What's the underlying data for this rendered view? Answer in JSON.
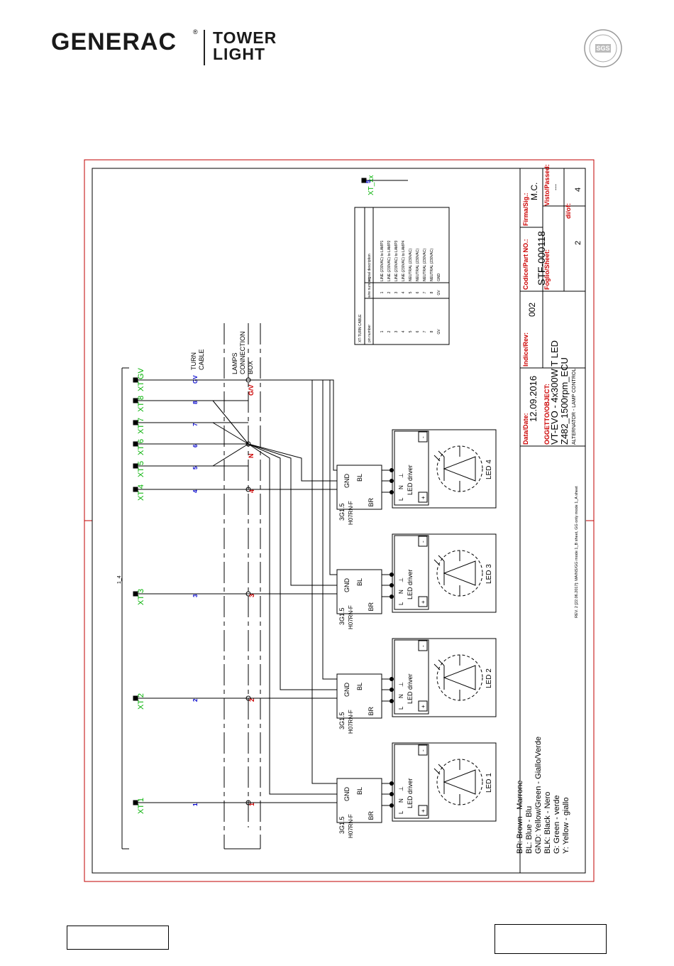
{
  "header": {
    "brand": "GENERAC",
    "brand_mark": "®",
    "product_line1": "TOWER",
    "product_line2": "LIGHT",
    "seal_text": "SGS"
  },
  "title_block": {
    "sign_label": "Firma/Sig.:",
    "sign_value": "M.C.",
    "passed_label": "Visto/Passed:",
    "passed_value": "---",
    "code_label": "Codice/Part NO.:",
    "code_value": "STF-000118",
    "sheet_label": "Foglio/Sheet:",
    "sheet_value": "2",
    "of_label": "di/of:",
    "of_value": "4",
    "rev_label": "Indice/Rev:",
    "rev_value": "002",
    "date_label": "Data/Date:",
    "date_value": "12.09.2016",
    "object_label": "OGGETTO/OBJECT:",
    "object_line1": "VT-EVO - 4x300W T LED",
    "object_line2": "Z482_1500rpm_ECU",
    "object_line3": "ALTERNATOR - LAMP CONTROL",
    "revision_note": "REV. 2 [22.06.2017]: MAINS/GG mode 1_B sheet, GG only mode 1_A sheet"
  },
  "legend": [
    "BR: Brown - Marrone",
    "BL: Blue - Blu",
    "GND: Yellow/Green - Giallo/Verde",
    "BLK: Black - Nero",
    "G: Green - verde",
    "Y: Yellow - giallo"
  ],
  "labels": {
    "turn_cable": [
      "TURN",
      "CABLE"
    ],
    "lamps_box": [
      "LAMPS",
      "CONNECTION",
      "BOX"
    ],
    "bundle": "1_4",
    "xt_xx": "XT_xx",
    "xt_xx_pin": "5",
    "neutral": "N",
    "gv": "G/V"
  },
  "terminals": [
    {
      "label": "XT_GV",
      "wire": "GV"
    },
    {
      "label": "XT_8",
      "wire": "8"
    },
    {
      "label": "XT_7",
      "wire": "7"
    },
    {
      "label": "XT_6",
      "wire": "6"
    },
    {
      "label": "XT_5",
      "wire": "5"
    },
    {
      "label": "XT_4",
      "wire": "4"
    },
    {
      "label": "XT_3",
      "wire": "3"
    },
    {
      "label": "XT_2",
      "wire": "2"
    },
    {
      "label": "XT_1",
      "wire": "1"
    }
  ],
  "box_numbers": [
    "4",
    "3",
    "2",
    "1"
  ],
  "lamps": [
    {
      "name": "LED 4"
    },
    {
      "name": "LED 3"
    },
    {
      "name": "LED 2"
    },
    {
      "name": "LED 1"
    }
  ],
  "lamp_parts": {
    "driver": "LED driver",
    "cable_type": "3G1.5",
    "cable_code": "H07RN-F",
    "wires": [
      "GND",
      "BL",
      "BR"
    ],
    "pins": [
      "⊥",
      "N",
      "L"
    ],
    "plus": "+",
    "minus": "-"
  },
  "cable_table": {
    "title": "XT-TURN CABLE",
    "headers": [
      "pin number",
      "wire number",
      "signal description"
    ],
    "rows": [
      [
        "1",
        "1",
        "LINE (230VAC) to LAMP1"
      ],
      [
        "2",
        "2",
        "LINE (230VAC) to LAMP2"
      ],
      [
        "3",
        "3",
        "LINE (230VAC) to LAMP3"
      ],
      [
        "4",
        "4",
        "LINE (230VAC) to LAMP4"
      ],
      [
        "5",
        "5",
        "NEUTRAL (230VAC)"
      ],
      [
        "6",
        "6",
        "NEUTRAL (230VAC)"
      ],
      [
        "7",
        "7",
        "NEUTRAL (230VAC)"
      ],
      [
        "8",
        "8",
        "NEUTRAL (230VAC)"
      ],
      [
        "GV",
        "GV",
        "GND"
      ]
    ]
  },
  "colors": {
    "frame": "#c00000",
    "terminal": "#00b000",
    "wire_number": "#0000cc",
    "box_number": "#cc0000",
    "title_label": "#cc0000"
  }
}
